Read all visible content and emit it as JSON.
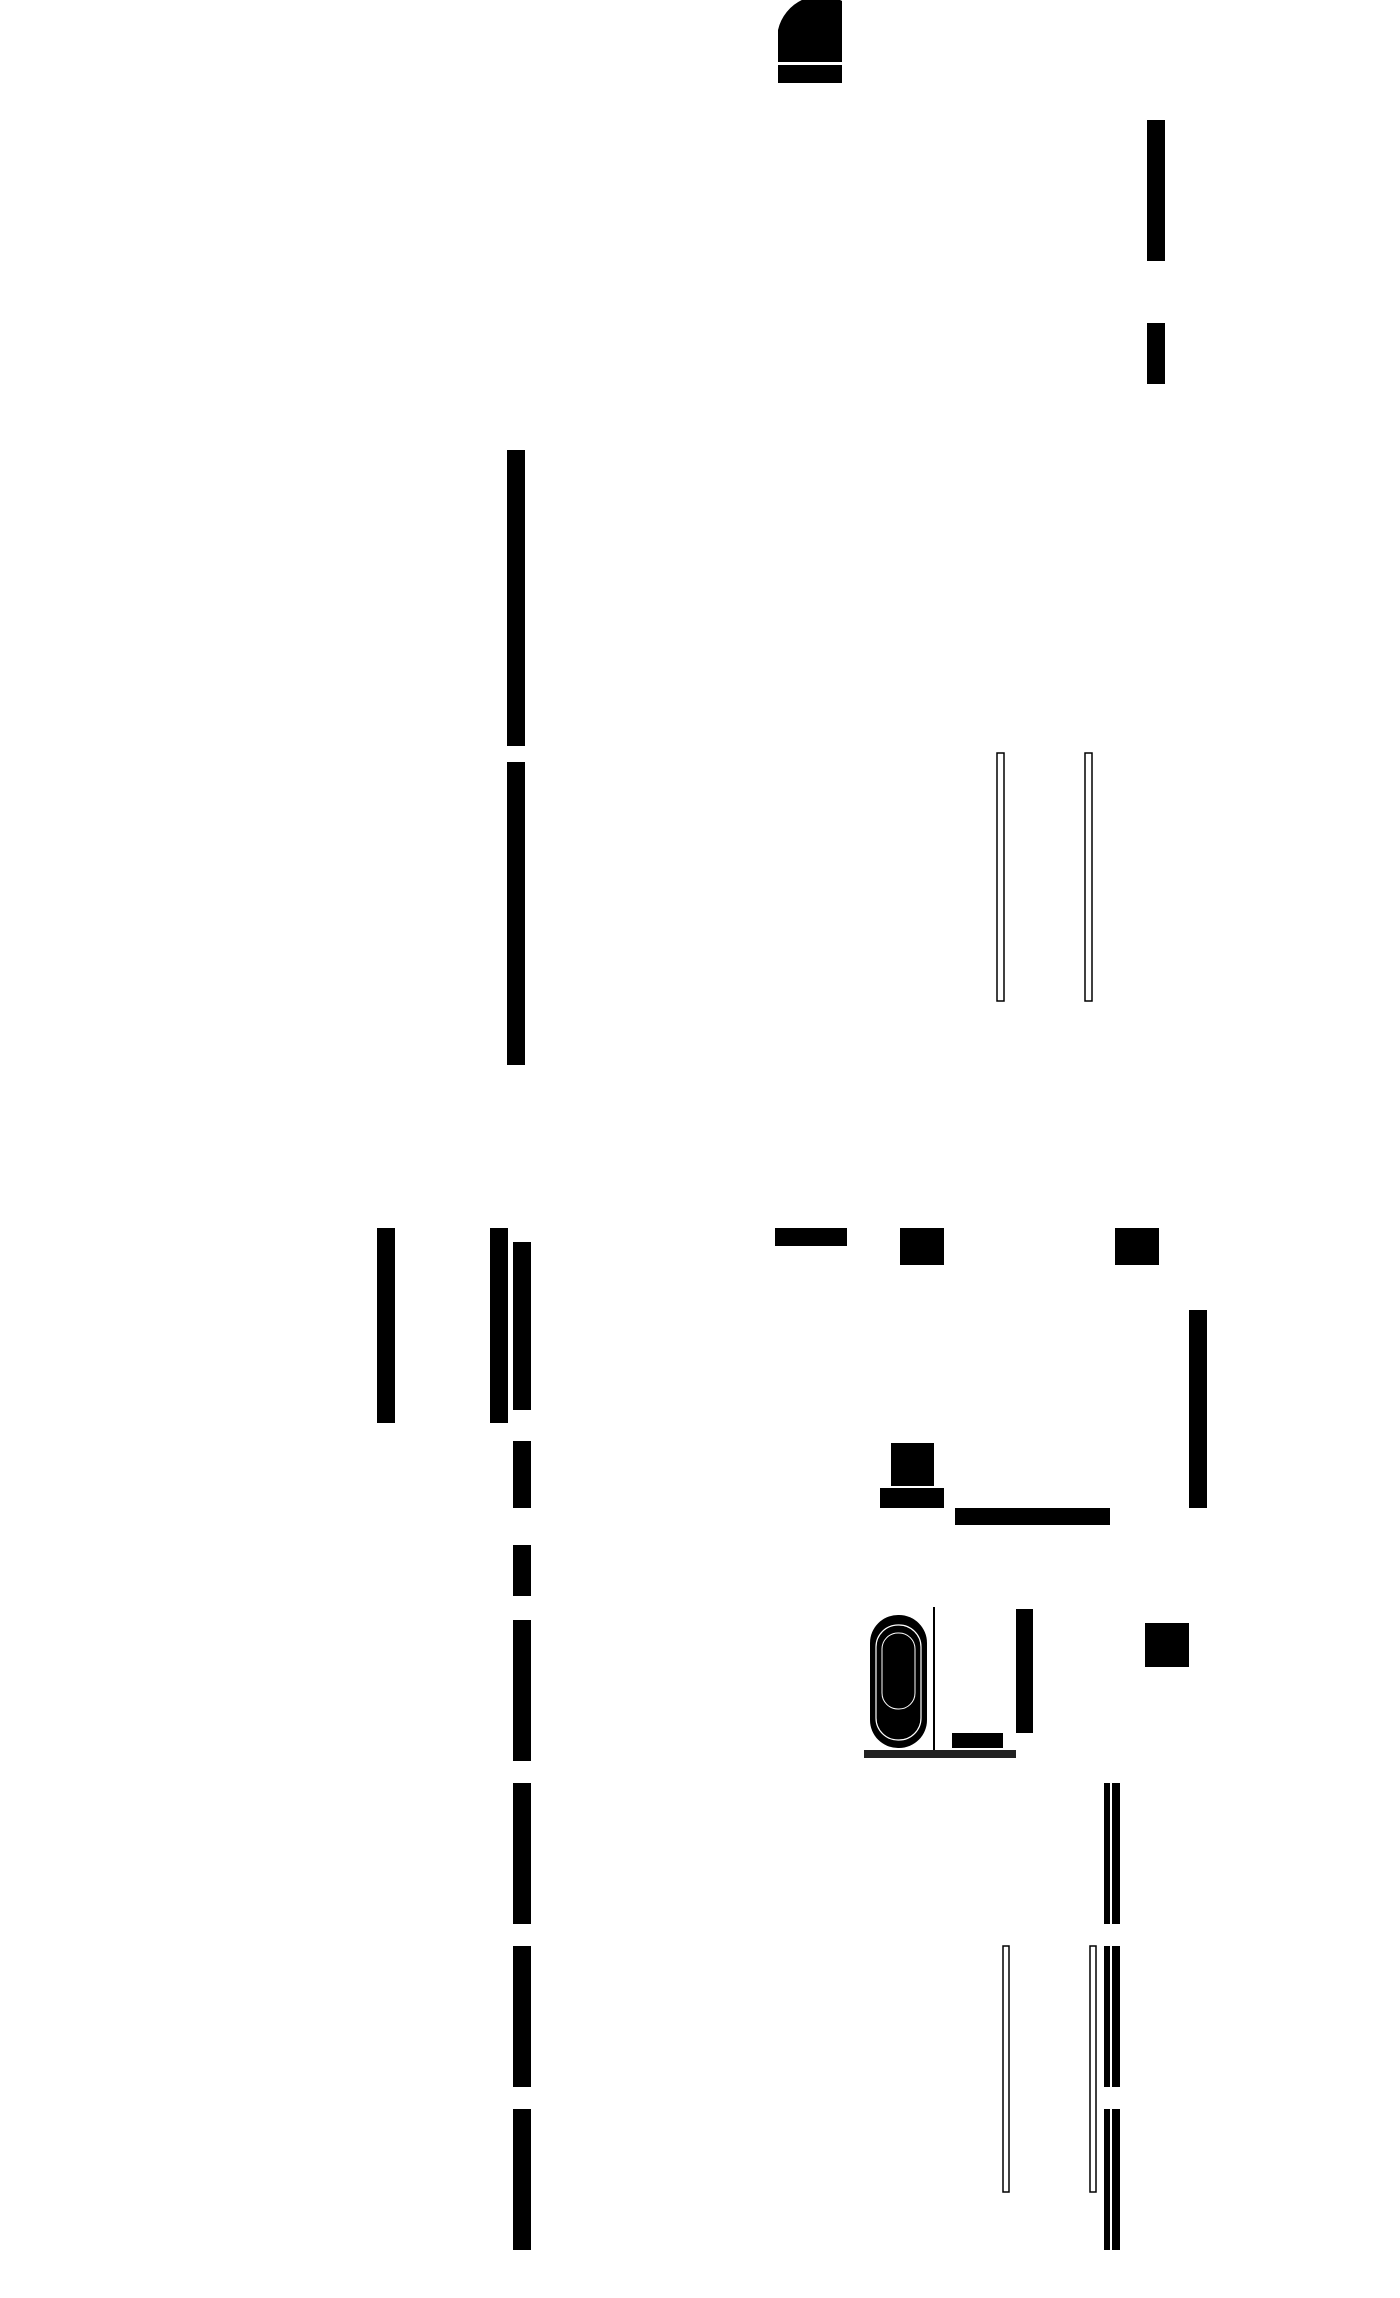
{
  "drawing": {
    "kind": "architectural floor plan fragment",
    "line_color": "#000000",
    "background_color": "#ffffff",
    "text_labels": []
  },
  "legend": {
    "wall": "wall-segment",
    "column": "column",
    "window": "window",
    "door": "door-swing",
    "fixture": "bathtub"
  }
}
